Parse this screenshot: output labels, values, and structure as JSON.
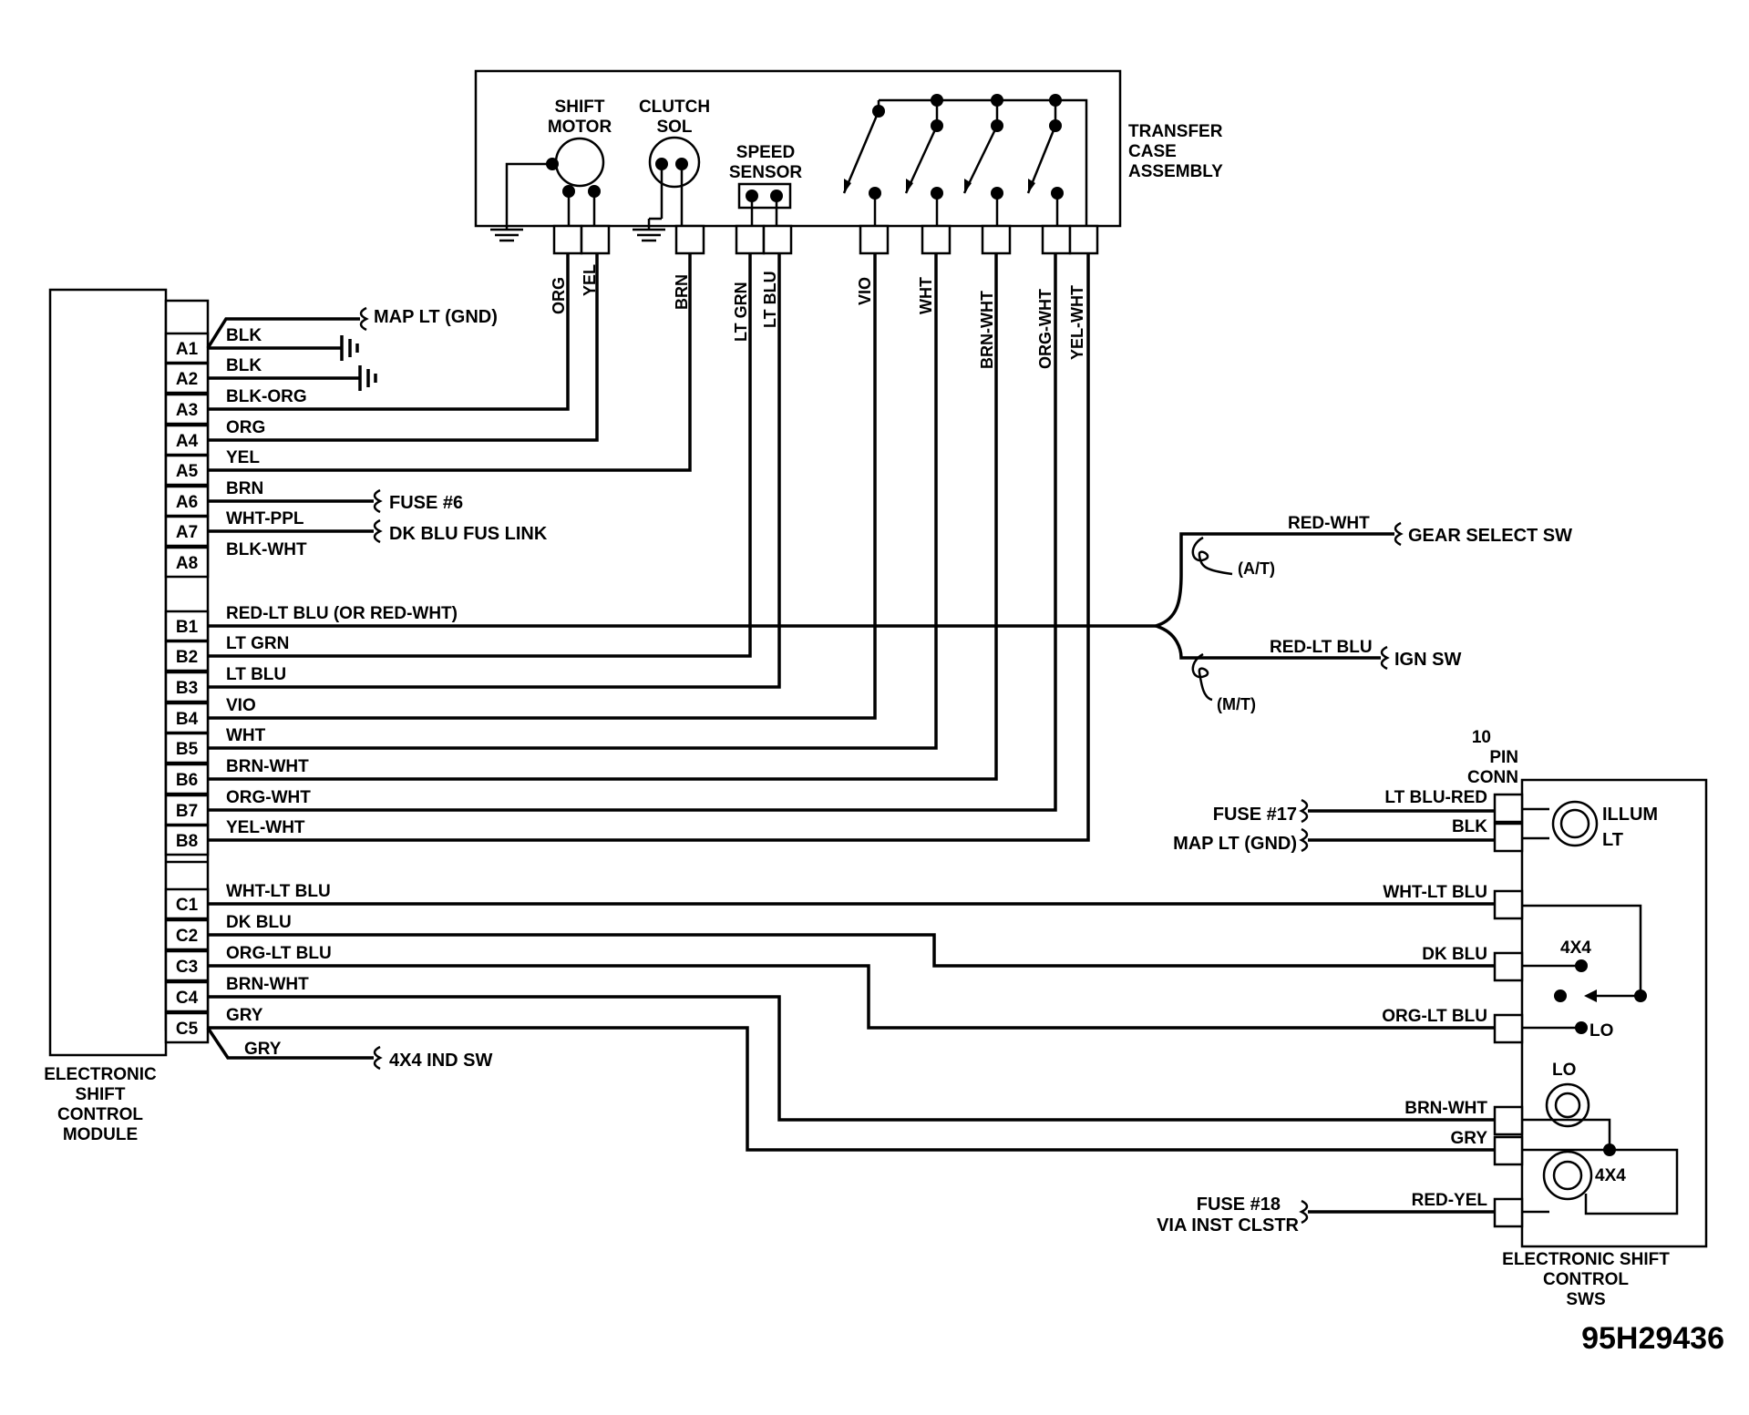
{
  "transfer_case": {
    "title": [
      "TRANSFER",
      "CASE",
      "ASSEMBLY"
    ],
    "shift_motor": [
      "SHIFT",
      "MOTOR"
    ],
    "clutch_sol": [
      "CLUTCH",
      "SOL"
    ],
    "speed_sensor": [
      "SPEED",
      "SENSOR"
    ]
  },
  "vertical_wires": {
    "org": "ORG",
    "yel": "YEL",
    "brn": "BRN",
    "lt_grn": "LT GRN",
    "lt_blu": "LT BLU",
    "vio": "VIO",
    "wht": "WHT",
    "brn_wht": "BRN-WHT",
    "org_wht": "ORG-WHT",
    "yel_wht": "YEL-WHT"
  },
  "module": {
    "title": [
      "ELECTRONIC",
      "SHIFT",
      "CONTROL",
      "MODULE"
    ],
    "pins": [
      "A1",
      "A2",
      "A3",
      "A4",
      "A5",
      "A6",
      "A7",
      "A8",
      "B1",
      "B2",
      "B3",
      "B4",
      "B5",
      "B6",
      "B7",
      "B8",
      "C1",
      "C2",
      "C3",
      "C4",
      "C5"
    ],
    "pin_wires": [
      "BLK",
      "BLK",
      "BLK-ORG",
      "ORG",
      "YEL",
      "BRN",
      "WHT-PPL",
      "BLK-WHT",
      "RED-LT BLU (OR RED-WHT)",
      "LT GRN",
      "LT BLU",
      "VIO",
      "WHT",
      "BRN-WHT",
      "ORG-WHT",
      "YEL-WHT",
      "WHT-LT BLU",
      "DK BLU",
      "ORG-LT BLU",
      "BRN-WHT",
      "GRY"
    ],
    "c5_branch_wire": "GRY"
  },
  "destinations": {
    "map_lt_gnd": "MAP LT (GND)",
    "fuse6": "FUSE #6",
    "dk_blu_fus_link": "DK BLU FUS LINK",
    "ind_sw": "4X4 IND SW",
    "gear_select_sw": "GEAR SELECT SW",
    "gear_wire": "RED-WHT",
    "at": "(A/T)",
    "ign_sw": "IGN SW",
    "ign_wire": "RED-LT BLU",
    "mt": "(M/T)"
  },
  "switch_panel": {
    "conn": [
      "10",
      "PIN",
      "CONN"
    ],
    "title": [
      "ELECTRONIC  SHIFT",
      "CONTROL",
      "SWS"
    ],
    "fuse17": "FUSE #17",
    "map_lt_gnd": "MAP LT (GND)",
    "fuse18": [
      "FUSE #18",
      "VIA  INST  CLSTR"
    ],
    "wires": [
      "LT BLU-RED",
      "BLK",
      "WHT-LT BLU",
      "DK BLU",
      "ORG-LT BLU",
      "BRN-WHT",
      "GRY",
      "RED-YEL"
    ],
    "illum_lt": [
      "ILLUM",
      "LT"
    ],
    "pos_4x4": "4X4",
    "pos_lo": "LO",
    "lamp_lo": "LO",
    "lamp_4x4": "4X4"
  },
  "figure_id": "95H29436"
}
